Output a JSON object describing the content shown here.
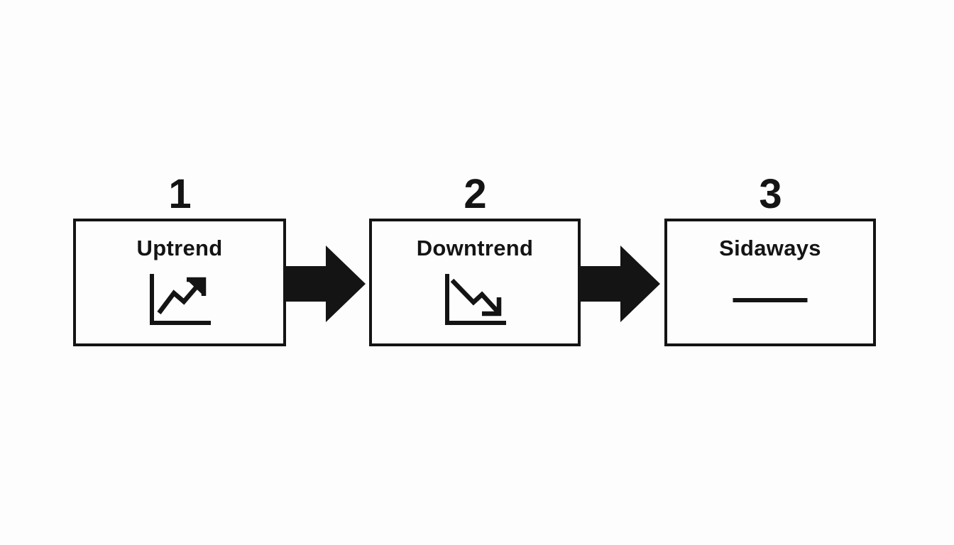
{
  "page": {
    "background_color": "#fdfdfd",
    "ink_color": "#141414"
  },
  "diagram": {
    "type": "flow",
    "direction": "left-to-right",
    "steps": [
      {
        "number": "1",
        "label": "Uptrend",
        "icon": "uptrend-chart-icon"
      },
      {
        "number": "2",
        "label": "Downtrend",
        "icon": "downtrend-chart-icon"
      },
      {
        "number": "3",
        "label": "Sidaways",
        "icon": "flat-line-icon"
      }
    ],
    "connectors": [
      {
        "from": "1",
        "to": "2",
        "shape": "block-arrow-right"
      },
      {
        "from": "2",
        "to": "3",
        "shape": "block-arrow-right"
      }
    ]
  }
}
